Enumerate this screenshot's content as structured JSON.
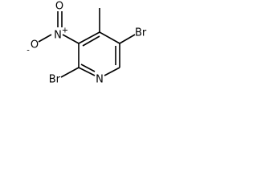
{
  "molecule": {
    "atoms": {
      "br_top": "Br",
      "br_bottom": "Br",
      "nitrogen_nitro": "N",
      "charge_plus": "+",
      "oxygen_top": "O",
      "oxygen_left": "O",
      "charge_minus": "-",
      "nitrogen_ring": "N"
    }
  }
}
